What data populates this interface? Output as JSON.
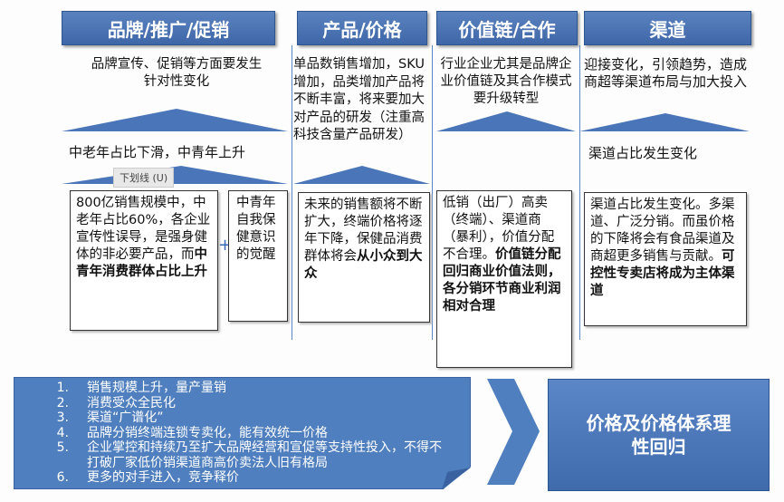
{
  "headers": [
    "品牌/推广/促销",
    "产品/价格",
    "价值链/合作",
    "渠道"
  ],
  "col1": {
    "intro": "品牌宣传、促销等方面要发生针对性变化",
    "sub": "中老年占比下滑，中青年上升",
    "box1_normal": "800亿销售规模中，中老年占比60%，各企业宣传性误导，是强身健体的非必要产品，而",
    "box1_bold": "中青年消费群体占比上升",
    "plus": "+",
    "box2": "中青年自我保健意识的觉醒"
  },
  "tooltip": "下划线 (U)",
  "col2": {
    "intro": "单品数销售增加，SKU增加，品类增加产品将不断丰富，将来要加大对产品的研发（注重高科技含量产品研发）",
    "box_normal": "未来的销售额将不断扩大，终端价格将逐年下降，保健品消费群体将会",
    "box_bold": "从小众到大众"
  },
  "col3": {
    "intro": "行业企业尤其是品牌企业价值链及其合作模式要升级转型",
    "box_normal": "低销（出厂）高卖（终端）、渠道商（暴利），价值分配不合理。",
    "box_bold": "价值链分配回归商业价值法则，各分销环节商业利润相对合理"
  },
  "col4": {
    "intro": "迎接变化，引领趋势，造成商超等渠道布局与加大投入",
    "sub": "渠道占比发生变化",
    "box_normal": "渠道占比发生变化。多渠道、广泛分销。而虽价格的下降将会有食品渠道及商超更多销售与贡献。",
    "box_bold": "可控性专卖店将成为主体渠道"
  },
  "list": [
    {
      "n": "1.",
      "t": "销售规模上升，量产量销"
    },
    {
      "n": "2.",
      "t": "消费受众全民化"
    },
    {
      "n": "3.",
      "t": "渠道“广谱化”"
    },
    {
      "n": "4.",
      "t": "品牌分销终端连锁专卖化，能有效统一价格"
    },
    {
      "n": "5.",
      "t": "企业掌控和持续乃至扩大品牌经营和宣促等支持性投入，不得不打破厂家低价销渠道商高价卖法人旧有格局"
    },
    {
      "n": "6.",
      "t": "更多的对手进入，竞争释价"
    }
  ],
  "result": "价格及价格体系理性回归",
  "colors": {
    "blue": "#4f7fbe",
    "dark": "#3f67a8"
  }
}
